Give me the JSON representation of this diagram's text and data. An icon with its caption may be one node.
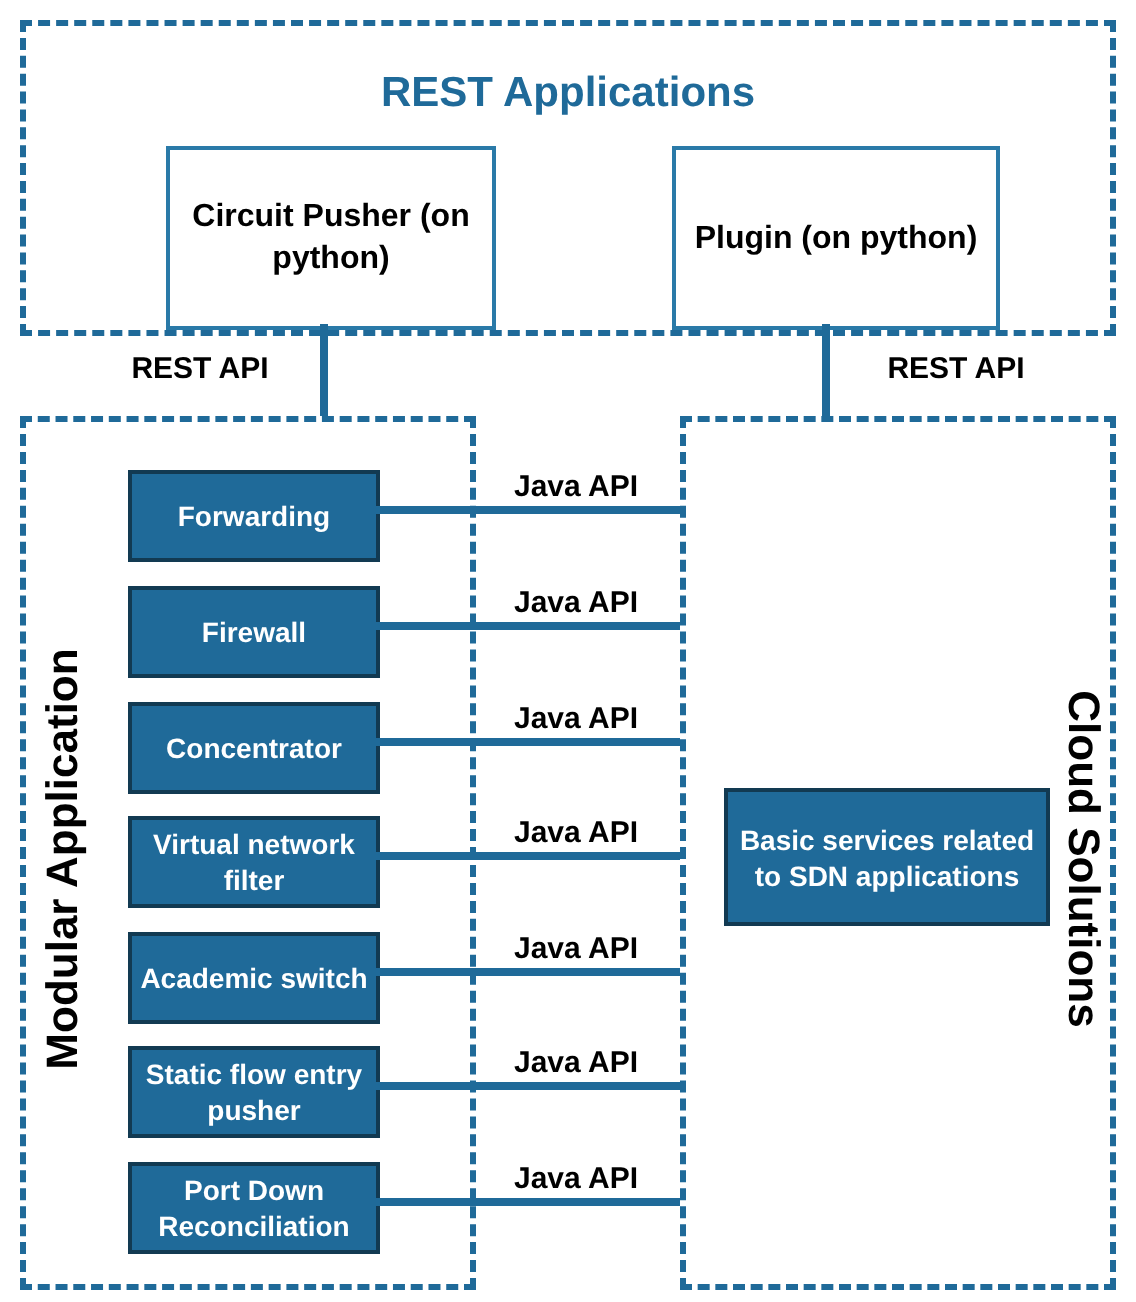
{
  "diagram": {
    "nodes": [
      {
        "text": [
          "REST Applications"
        ]
      },
      {
        "text": [
          "Circuit Pusher (on python)"
        ],
        "in": 0
      },
      {
        "text": [
          "Plugin (on python)"
        ],
        "in": 0
      },
      {
        "text": [
          "Modular Application"
        ]
      },
      {
        "text": [
          "Forwarding"
        ],
        "in": 3
      },
      {
        "text": [
          "Firewall"
        ],
        "in": 3
      },
      {
        "text": [
          "Concentrator"
        ],
        "in": 3
      },
      {
        "text": [
          "Virtual network filter"
        ],
        "in": 3
      },
      {
        "text": [
          "Academic switch"
        ],
        "in": 3
      },
      {
        "text": [
          "Static flow entry pusher"
        ],
        "in": 3
      },
      {
        "text": [
          "Port Down Reconciliation"
        ],
        "in": 3
      },
      {
        "text": [
          "Cloud Solutions"
        ]
      },
      {
        "text": [
          "Basic services related to SDN applications"
        ],
        "in": 11
      }
    ],
    "edges": [
      {
        "from": 1,
        "to": 3,
        "arrow": "none",
        "label": "REST API"
      },
      {
        "from": 2,
        "to": 11,
        "arrow": "none",
        "label": "REST API"
      },
      {
        "from": 4,
        "to": 11,
        "arrow": "none",
        "label": "Java API"
      },
      {
        "from": 5,
        "to": 11,
        "arrow": "none",
        "label": "Java API"
      },
      {
        "from": 6,
        "to": 11,
        "arrow": "none",
        "label": "Java API"
      },
      {
        "from": 7,
        "to": 11,
        "arrow": "none",
        "label": "Java API"
      },
      {
        "from": 8,
        "to": 11,
        "arrow": "none",
        "label": "Java API"
      },
      {
        "from": 9,
        "to": 11,
        "arrow": "none",
        "label": "Java API"
      },
      {
        "from": 10,
        "to": 11,
        "arrow": "none",
        "label": "Java API"
      }
    ]
  }
}
